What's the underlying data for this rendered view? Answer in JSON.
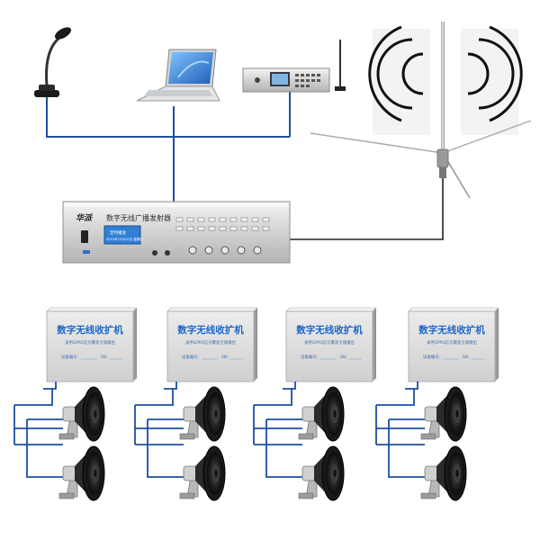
{
  "transmitter": {
    "brand": "华派",
    "title": "数字无线广播发射器",
    "lcd_line1": "定时播放",
    "lcd_line2": "2015年12月10日 星期四"
  },
  "receivers": [
    {
      "title": "数字无线收扩机",
      "subtitle": "采用GPRS信号覆盖全城播出",
      "serial_label": "设备编号：",
      "sn_label": "SN："
    },
    {
      "title": "数字无线收扩机",
      "subtitle": "采用GPRS信号覆盖全城播出",
      "serial_label": "设备编号：",
      "sn_label": "SN："
    },
    {
      "title": "数字无线收扩机",
      "subtitle": "采用GPRS信号覆盖全城播出",
      "serial_label": "设备编号：",
      "sn_label": "SN："
    },
    {
      "title": "数字无线收扩机",
      "subtitle": "采用GPRS信号覆盖全城播出",
      "serial_label": "设备编号：",
      "sn_label": "SN："
    }
  ],
  "colors": {
    "wire": "#1c4fa0",
    "box_face": "#dcdcdc",
    "box_text": "#1a66c8",
    "lcd": "#2f7fd6"
  },
  "icons": [
    "microphone-icon",
    "laptop-icon",
    "controller-icon",
    "antenna-icon",
    "radio-wave-icon",
    "horn-speaker-icon"
  ]
}
